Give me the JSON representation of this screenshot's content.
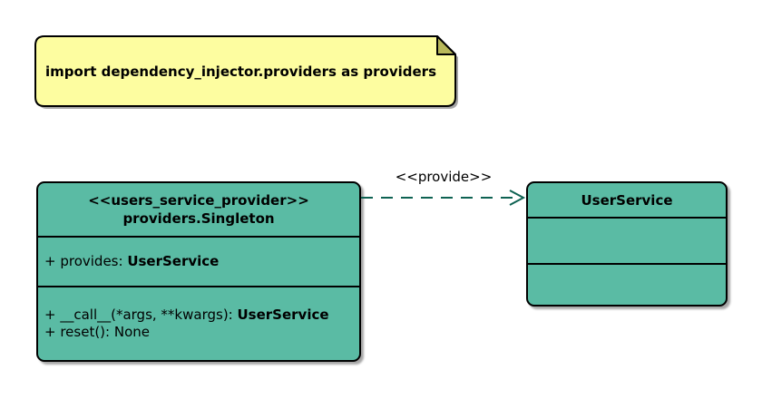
{
  "colors": {
    "background": "#ffffff",
    "text": "#000000",
    "class-fill": "#5abba4",
    "class-border": "#000000",
    "note-fill": "#fdfda0",
    "note-fold": "#b8b85a",
    "note-border": "#000000",
    "connector": "#0e6252"
  },
  "note": {
    "text": "import dependency_injector.providers as providers"
  },
  "provider_class": {
    "stereotype": "<<users_service_provider>>",
    "name": "providers.Singleton",
    "attributes": [
      {
        "prefix": "+ provides: ",
        "type": "UserService"
      }
    ],
    "methods": [
      {
        "prefix": "+ __call__(*args, **kwargs): ",
        "type": "UserService"
      },
      {
        "prefix": "+ reset(): None",
        "type": ""
      }
    ]
  },
  "service_class": {
    "name": "UserService"
  },
  "relationship": {
    "label": "<<provide>>"
  }
}
